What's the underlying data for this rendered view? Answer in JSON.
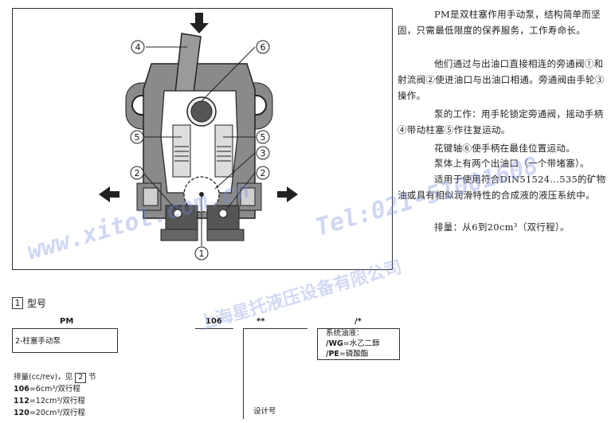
{
  "figure": {
    "callouts": [
      "4",
      "6",
      "5",
      "5",
      "3",
      "2",
      "2",
      "1"
    ]
  },
  "description": [
    "PM是双柱塞作用手动泵，结构简单而坚固，只需最低限度的保养服务，工作寿命长。",
    "他们通过与出油口直接相连的旁通阀①和射流阀②使进油口与出油口相通。旁通阀由手轮③操作。",
    "泵的工作：用手轮锁定旁通阀，摇动手柄④带动柱塞⑤作往复运动。",
    "花键轴⑥使手柄在最佳位置运动。",
    "泵体上有两个出油口（一个带堵塞）。",
    "适用于使用符合DIN51524…535的矿物油或具有相似润滑特性的合成液的液压系统中。",
    "排量：从6到20cm³（双行程）。"
  ],
  "ordering": {
    "section_number": "1",
    "section_title": "型号",
    "code_fields": [
      "PM",
      "106",
      "**",
      "/*"
    ],
    "type_box": "2-柱塞手动泵",
    "displacement_label": "排量(cc/rev)，见",
    "displacement_ref": "2",
    "displacement_suffix": "节",
    "displacement_options": [
      {
        "code": "106",
        "text": "=6cm³/双行程"
      },
      {
        "code": "112",
        "text": "=12cm³/双行程"
      },
      {
        "code": "120",
        "text": "=20cm³/双行程"
      }
    ],
    "design_label": "设计号",
    "fluid_title": "系统油液：",
    "fluid_options": [
      {
        "code": "/WG",
        "text": "=水乙二醇"
      },
      {
        "code": "/PE",
        "text": "=磷酸酯"
      }
    ]
  },
  "watermarks": {
    "url": "www.xitol.com.cn",
    "tel": "Tel:021-51001608",
    "company": "上海星托液压设备有限公司"
  },
  "colors": {
    "body_gray": "#8a8a8a",
    "dark_gray": "#555555",
    "watermark": "#8c9fdc"
  }
}
